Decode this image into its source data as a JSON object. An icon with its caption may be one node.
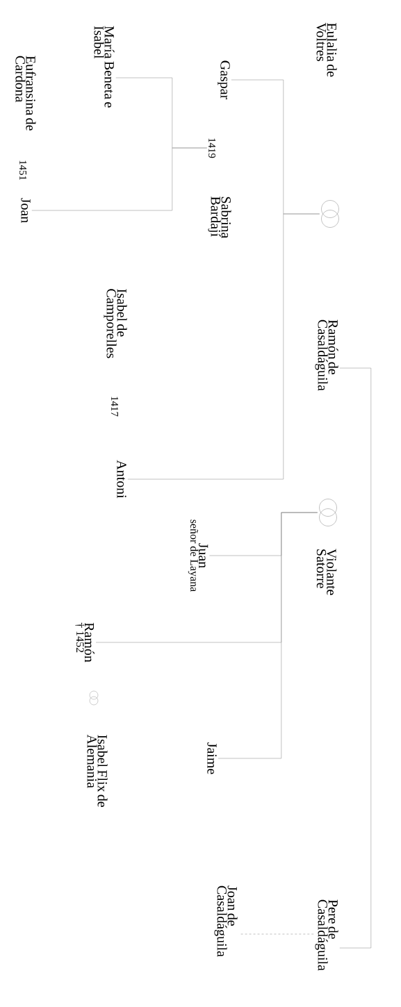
{
  "diagram": {
    "nodes": [
      {
        "text": [
          "Eulalia de Voltres"
        ]
      },
      {
        "text": [],
        "shape": "circle"
      },
      {
        "text": [
          "Ramón de Casaldáguila"
        ]
      },
      {
        "text": [
          "Gaspar"
        ]
      },
      {
        "text": [
          "1419"
        ]
      },
      {
        "text": [
          "Sabrina Bardají"
        ]
      },
      {
        "text": [
          "Isabel de Camporelles"
        ]
      },
      {
        "text": [
          "Antoni"
        ]
      },
      {
        "text": [
          "María Beneta e Isabel"
        ]
      },
      {
        "text": [
          "Eufransina de Cardona"
        ]
      },
      {
        "text": [
          "Joan"
        ]
      },
      {
        "text": [],
        "shape": "circle"
      },
      {
        "text": [
          "Violante Satorre"
        ]
      },
      {
        "text": [
          "Juan",
          "señor de Layana"
        ]
      },
      {
        "text": [
          "Ramón",
          "† 1452"
        ]
      },
      {
        "text": [
          "Isabel Flix de Alemania"
        ]
      },
      {
        "text": [
          "Jaime"
        ]
      },
      {
        "text": [
          "Pere de Casaldáguila"
        ]
      },
      {
        "text": [
          "Joan de Casaldáguila"
        ]
      }
    ],
    "edges": [
      {
        "from": 1,
        "to": 3,
        "arrow": "none"
      },
      {
        "from": 1,
        "to": 7,
        "arrow": "none"
      },
      {
        "from": 4,
        "to": 8,
        "arrow": "none"
      },
      {
        "from": 4,
        "to": 10,
        "arrow": "none"
      },
      {
        "from": 11,
        "to": 13,
        "arrow": "none"
      },
      {
        "from": 11,
        "to": 14,
        "arrow": "none"
      },
      {
        "from": 11,
        "to": 16,
        "arrow": "none"
      },
      {
        "from": 2,
        "to": 17,
        "arrow": "none"
      },
      {
        "from": 17,
        "to": 18,
        "arrow": "none",
        "style": "dashed"
      }
    ],
    "labels": [
      "1417",
      "1451"
    ]
  }
}
